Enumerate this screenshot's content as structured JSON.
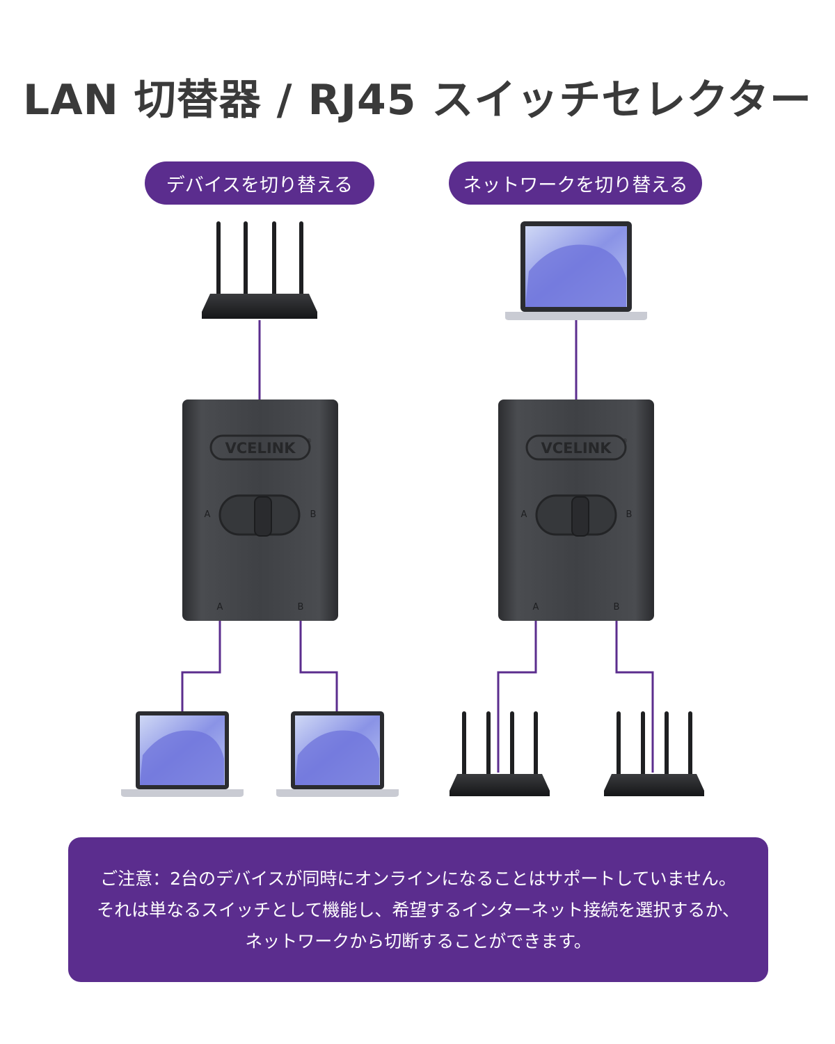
{
  "title": "LAN 切替器 / RJ45 スイッチセレクター",
  "left_panel": {
    "label": "デバイスを切り替える",
    "switch_brand": "VCELINK",
    "switch_brand_mark": "®",
    "slider_left": "A",
    "slider_right": "B",
    "port_a": "A",
    "port_b": "B"
  },
  "right_panel": {
    "label": "ネットワークを切り替える",
    "switch_brand": "VCELINK",
    "switch_brand_mark": "®",
    "slider_left": "A",
    "slider_right": "B",
    "port_a": "A",
    "port_b": "B"
  },
  "notice": {
    "line1": "ご注意：2台のデバイスが同時にオンラインになることはサポートしていません。",
    "line2": "それは単なるスイッチとして機能し、希望するインターネット接続を選択するか、",
    "line3": "ネットワークから切断することができます。"
  },
  "colors": {
    "accent": "#5b2d8e",
    "title": "#3a3a3a",
    "switch_body": "#3d3f42"
  },
  "icons": [
    "router-icon",
    "laptop-icon",
    "network-switch-icon"
  ]
}
